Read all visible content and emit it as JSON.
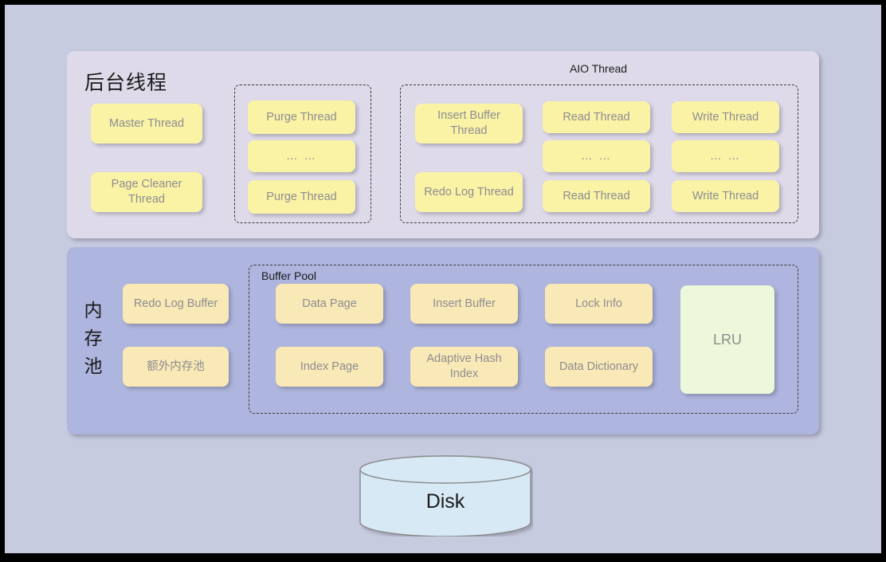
{
  "page": {
    "background_color": "#c7cbe0",
    "border_color": "#000000"
  },
  "thread_section": {
    "title": "后台线程",
    "panel_color": "#dedaea",
    "box_color": "#faf3a6",
    "master_thread": "Master Thread",
    "page_cleaner_thread": "Page Cleaner Thread",
    "purge_group": {
      "top": "Purge Thread",
      "middle": "… …",
      "bottom": "Purge Thread"
    },
    "aio_group": {
      "label": "AIO Thread",
      "insert_buffer_thread": "Insert Buffer Thread",
      "redo_log_thread": "Redo Log Thread",
      "read_thread_top": "Read Thread",
      "read_thread_middle": "… …",
      "read_thread_bottom": "Read Thread",
      "write_thread_top": "Write Thread",
      "write_thread_middle": "… …",
      "write_thread_bottom": "Write Thread"
    }
  },
  "memory_section": {
    "title_chars": [
      "内",
      "存",
      "池"
    ],
    "panel_color": "#aeb5de",
    "box_color": "#f9e9b7",
    "redo_log_buffer": "Redo Log Buffer",
    "extra_memory_pool": "额外内存池",
    "buffer_pool": {
      "label": "Buffer Pool",
      "data_page": "Data Page",
      "index_page": "Index Page",
      "insert_buffer": "Insert Buffer",
      "adaptive_hash_index": "Adaptive Hash Index",
      "lock_info": "Lock Info",
      "data_dictionary": "Data Dictionary",
      "lru": "LRU",
      "lru_color": "#edf8db"
    }
  },
  "storage": {
    "disk_label": "Disk",
    "disk_color": "#d6e9f5",
    "disk_stroke": "#8a8a8a"
  }
}
